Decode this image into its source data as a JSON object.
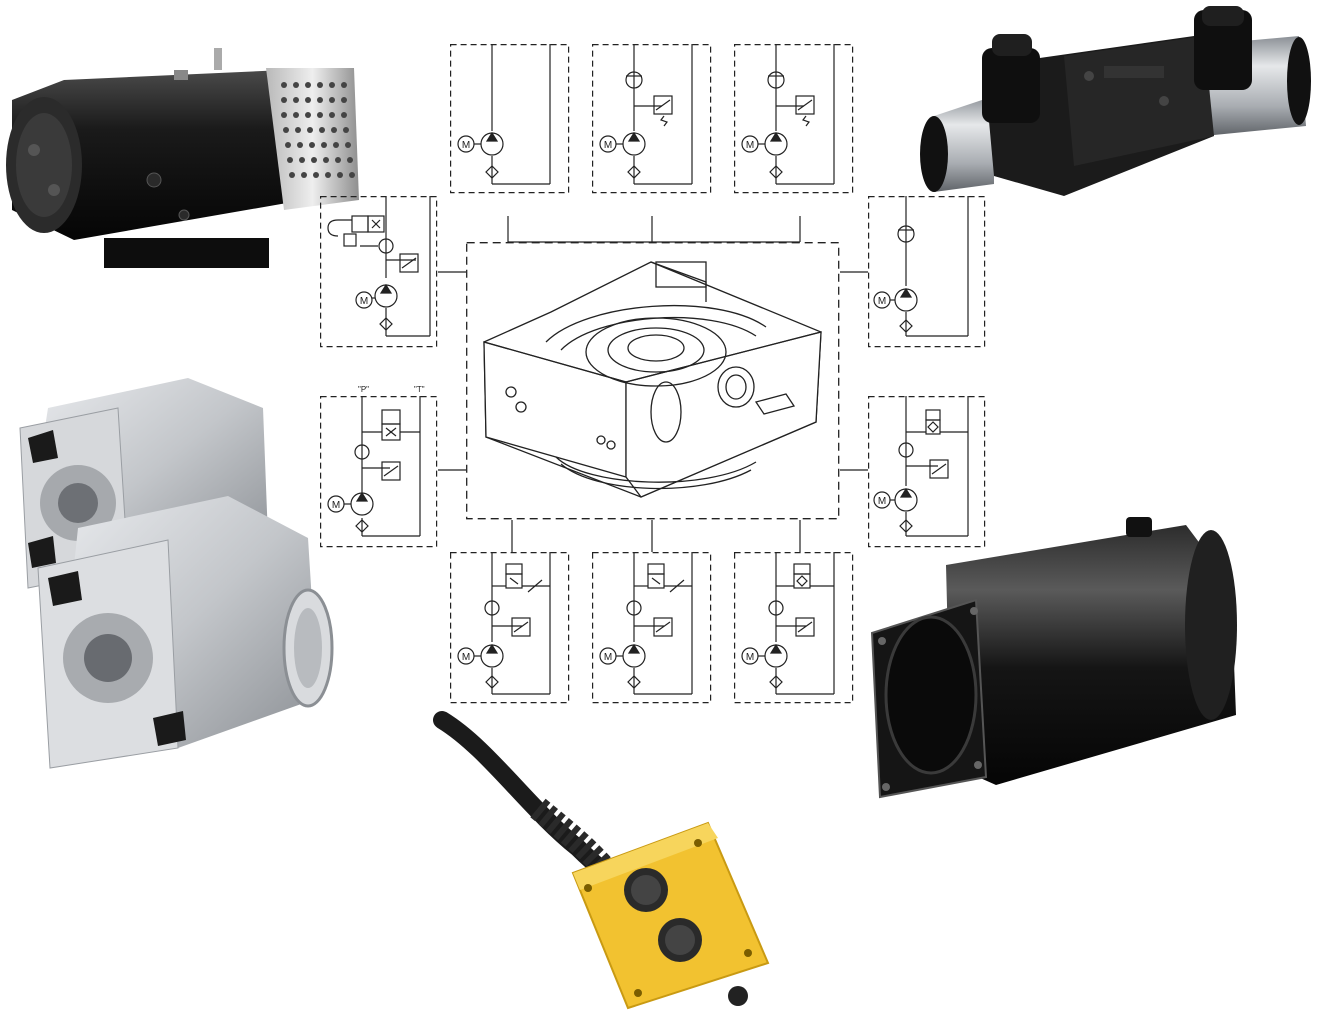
{
  "background": "#ffffff",
  "colors": {
    "line": "#222222",
    "motor_body": "#161616",
    "aluminum": "#c9ccd0",
    "aluminum_dark": "#8d9196",
    "tank": "#1a1a1a",
    "pendant_yellow": "#f2c230",
    "cable": "#1b1b1b"
  },
  "labels": {
    "port_p": "\"P\"",
    "port_t": "\"T\"",
    "motor_symbol": "M"
  },
  "components": [
    {
      "id": "dc-motor",
      "icon": "dc-motor-photo"
    },
    {
      "id": "solenoid-valve",
      "icon": "directional-valve-photo"
    },
    {
      "id": "gear-pump",
      "icon": "gear-pump-photo"
    },
    {
      "id": "oil-tank",
      "icon": "reservoir-photo"
    },
    {
      "id": "pendant-control",
      "icon": "pendant-photo"
    },
    {
      "id": "manifold-block",
      "icon": "manifold-drawing"
    }
  ]
}
